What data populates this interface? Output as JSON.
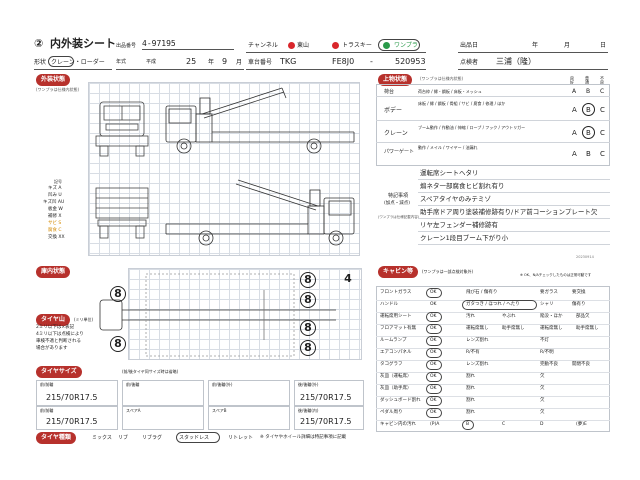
{
  "header": {
    "title_num": "②",
    "title": "内外装シート",
    "reg_label": "出品番号",
    "reg_no": "4-97195",
    "channel_label": "チャンネル",
    "channels": [
      "東山",
      "トラスキー",
      "ワンプラ"
    ],
    "date_label": "出品日",
    "date_year": "年",
    "date_month": "月",
    "date_day": "日",
    "model_label": "形状",
    "model_value": "クレーン・ローダー",
    "year_label": "年式",
    "era": "平成",
    "era_year": "25",
    "year_unit": "年",
    "month_value": "9",
    "month_unit": "月",
    "chassis_label": "車台番号",
    "chassis_prefix": "TKG",
    "chassis_model": "FE8J0",
    "chassis_no": "520953",
    "inspector_label": "点検者",
    "inspector": "三浦（隆）"
  },
  "exterior": {
    "section": "外装状態",
    "note": "(ワンプラは仕様内状態)",
    "legend": [
      "記号",
      "キズ A",
      "凹み U",
      "キズ凹 AU",
      "板金 W",
      "補修 X",
      "サビ S",
      "腐食 C",
      "交換 XX"
    ],
    "codes": [
      "A",
      "U",
      "W",
      "X",
      "S",
      "C"
    ]
  },
  "fitments": {
    "section": "上物状態",
    "note": "(ワンプラは仕様内状態)",
    "rank_headers": [
      "良好",
      "普通",
      "不良"
    ],
    "rows": [
      {
        "label": "荷台",
        "desc": "荷台枠 / 縁・鋼板 / 床板・メッシュ",
        "grades": [
          "A",
          "B",
          "C"
        ],
        "circled": null
      },
      {
        "label": "ボデー",
        "desc": "床板 / 縁 / 鋼板 / 骨組 / サビ / 腐食 / 修理 / ほか",
        "grades": [
          "A",
          "B",
          "C"
        ],
        "circled": 1
      },
      {
        "label": "クレーン",
        "desc": "ブーム動作 / 作動油 / 伸縮 / ロープ / フック / アウトリガー",
        "grades": [
          "A",
          "B",
          "C"
        ],
        "circled": 1
      },
      {
        "label": "パワーゲート",
        "desc": "動作 / メイル / ワイヤー / 油漏れ",
        "grades": [
          "A",
          "B",
          "C"
        ],
        "circled": null
      }
    ],
    "tokuki_label": "特記事項",
    "tokuki_sub": "(加点・減点)",
    "tokuki_note": "(ワンプラは仕様記載内容)",
    "notes": [
      "運転席シートヘタリ",
      "煽ネタ一部腐食ヒビ割れ有り",
      "スペアタイヤのみテミゾ",
      "助手席ドア周り塗装補修跡有り/ドア前コーションプレート欠",
      "リヤ左フェンダー補修跡有",
      "クレーン1段目ブーム下がり小"
    ],
    "stamp": "20230914"
  },
  "interior": {
    "section": "庫内状態",
    "tire_section": "タイヤ山",
    "tire_unit": "(ミリ単位)",
    "tire_help": [
      "2ミリ以下は×表記",
      "4ミリ以下は点検により",
      "車検不適と判断される",
      "場合があります"
    ],
    "depths": [
      "8",
      "8",
      "8",
      "8",
      "8",
      "8",
      "4"
    ]
  },
  "tyres": {
    "section": "タイヤサイズ",
    "note": "(前/後タイヤ同サイズ時は省略)",
    "labels": [
      "前/前輪",
      "前/後輪",
      "前/後輪(外)",
      "後/後輪(外)",
      "前/前輪",
      "スペアA",
      "スペアB",
      "後/後輪(内)"
    ],
    "sizes": [
      "215/70R17.5",
      "215/70R17.5",
      "215/70R17.5",
      "215/70R17.5"
    ]
  },
  "tyre_type": {
    "section": "タイヤ種類",
    "options": [
      "ミックス",
      "リブ",
      "リブラグ",
      "スタッドレス",
      "リトレット"
    ],
    "selected": "スタッドレス",
    "footnote": "※ タイヤやホイール詳細は特記事項に記載"
  },
  "cabin": {
    "section": "キャビン等",
    "note": "(ワンプラは一部点検対象外)",
    "header_note": "※ OK、N/Aチェックしたものは正常可動です",
    "rows": [
      {
        "label": "フロントガラス",
        "items": [
          "OK",
          "飛び石 / 傷有り",
          "要ガラス",
          "要交換"
        ]
      },
      {
        "label": "ハンドル",
        "items": [
          "OK",
          "ガタつき / ほつれ / へたり",
          "シャリ",
          "傷有り"
        ]
      },
      {
        "label": "運転席用シート",
        "items": [
          "OK",
          "汚れ",
          "やぶれ",
          "陥没・ほか",
          "部品欠"
        ]
      },
      {
        "label": "フロアマット有無",
        "items": [
          "OK",
          "運転席無し",
          "助手席無し",
          "運転席無し",
          "助手席無し"
        ]
      },
      {
        "label": "ルームランプ",
        "items": [
          "OK",
          "レンズ割れ",
          "不灯"
        ]
      },
      {
        "label": "エアコンパネル",
        "items": [
          "OK",
          "R/不有",
          "R/不明"
        ]
      },
      {
        "label": "タコグラフ",
        "items": [
          "OK",
          "レンズ割れ",
          "完動不良",
          "開閉不良"
        ]
      },
      {
        "label": "灰皿（運転席）",
        "items": [
          "OK",
          "割れ",
          "欠"
        ]
      },
      {
        "label": "灰皿（助手席）",
        "items": [
          "OK",
          "割れ",
          "欠"
        ]
      },
      {
        "label": "ダッシュボード割れ",
        "items": [
          "OK",
          "割れ",
          "欠"
        ]
      },
      {
        "label": "ペダル周り",
        "items": [
          "OK",
          "割れ",
          "欠"
        ]
      },
      {
        "label": "キャビン内の汚れ",
        "items": [
          "(P)A",
          "B",
          "C",
          "D",
          "(夢)E"
        ]
      }
    ],
    "circled": [
      "OK",
      "ガタつき / ほつれ / へたり",
      "OK",
      "OK",
      "OK",
      "OK",
      "OK",
      "OK",
      "OK",
      "OK",
      "OK",
      "B"
    ]
  },
  "colors": {
    "accent": "#b7312c",
    "grid": "#d8dde4",
    "ink": "#222222"
  }
}
